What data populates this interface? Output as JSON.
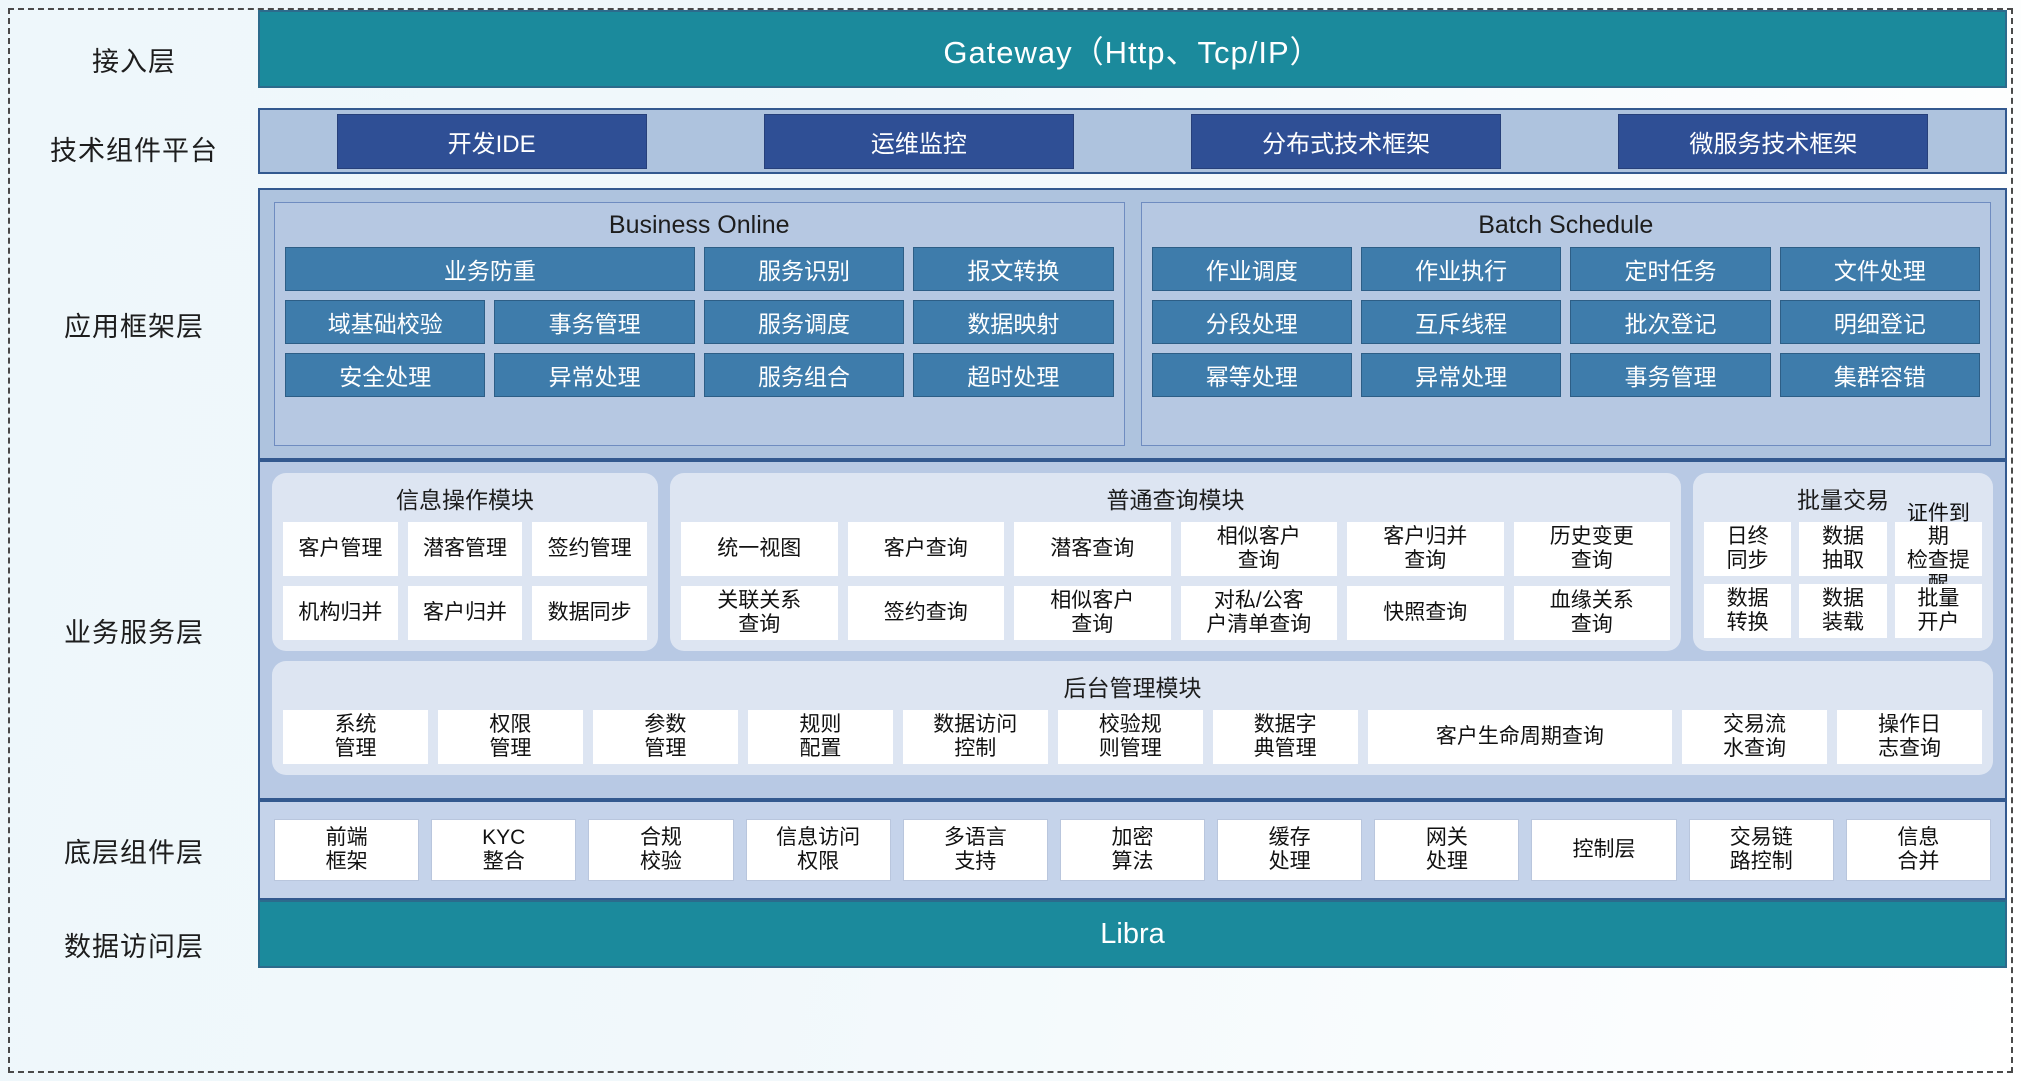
{
  "layers": {
    "access": {
      "label": "接入层",
      "bar": "Gateway（Http、Tcp/IP）"
    },
    "tech": {
      "label": "技术组件平台",
      "chips": [
        "开发IDE",
        "运维监控",
        "分布式技术框架",
        "微服务技术框架"
      ]
    },
    "appframe": {
      "label": "应用框架层",
      "groups": [
        {
          "title": "Business Online",
          "cells": [
            "业务防重",
            "服务识别",
            "报文转换",
            "域基础校验",
            "事务管理",
            "服务调度",
            "数据映射",
            "安全处理",
            "异常处理",
            "服务组合",
            "超时处理"
          ]
        },
        {
          "title": "Batch Schedule",
          "cells": [
            "作业调度",
            "作业执行",
            "定时任务",
            "文件处理",
            "分段处理",
            "互斥线程",
            "批次登记",
            "明细登记",
            "幂等处理",
            "异常处理",
            "事务管理",
            "集群容错"
          ]
        }
      ]
    },
    "service": {
      "label": "业务服务层",
      "info": {
        "title": "信息操作模块",
        "cells": [
          "客户管理",
          "潜客管理",
          "签约管理",
          "机构归并",
          "客户归并",
          "数据同步"
        ]
      },
      "query": {
        "title": "普通查询模块",
        "cells": [
          "统一视图",
          "客户查询",
          "潜客查询",
          "相似客户\n查询",
          "客户归并\n查询",
          "历史变更\n查询",
          "关联关系\n查询",
          "签约查询",
          "相似客户\n查询",
          "对私/公客\n户清单查询",
          "快照查询",
          "血缘关系\n查询"
        ]
      },
      "batch": {
        "title": "批量交易",
        "cells": [
          "日终\n同步",
          "数据\n抽取",
          "证件到期\n检查提醒",
          "数据\n转换",
          "数据\n装载",
          "批量\n开户"
        ]
      },
      "admin": {
        "title": "后台管理模块",
        "cells": [
          "系统\n管理",
          "权限\n管理",
          "参数\n管理",
          "规则\n配置",
          "数据访问\n控制",
          "校验规\n则管理",
          "数据字\n典管理",
          "客户生命周期查询",
          "交易流\n水查询",
          "操作日\n志查询"
        ]
      }
    },
    "components": {
      "label": "底层组件层",
      "cells": [
        "前端\n框架",
        "KYC\n整合",
        "合规\n校验",
        "信息访问\n权限",
        "多语言\n支持",
        "加密\n算法",
        "缓存\n处理",
        "网关\n处理",
        "控制层",
        "交易链\n路控制",
        "信息\n合并"
      ]
    },
    "data": {
      "label": "数据访问层",
      "bar": "Libra"
    }
  },
  "colors": {
    "teal": "#1b8a9c",
    "dark_blue_chip": "#2f4f95",
    "band_blue": "#aec3de",
    "cell_blue": "#3e7cab",
    "card_bg": "#dde5f2",
    "border_blue": "#33598f"
  }
}
